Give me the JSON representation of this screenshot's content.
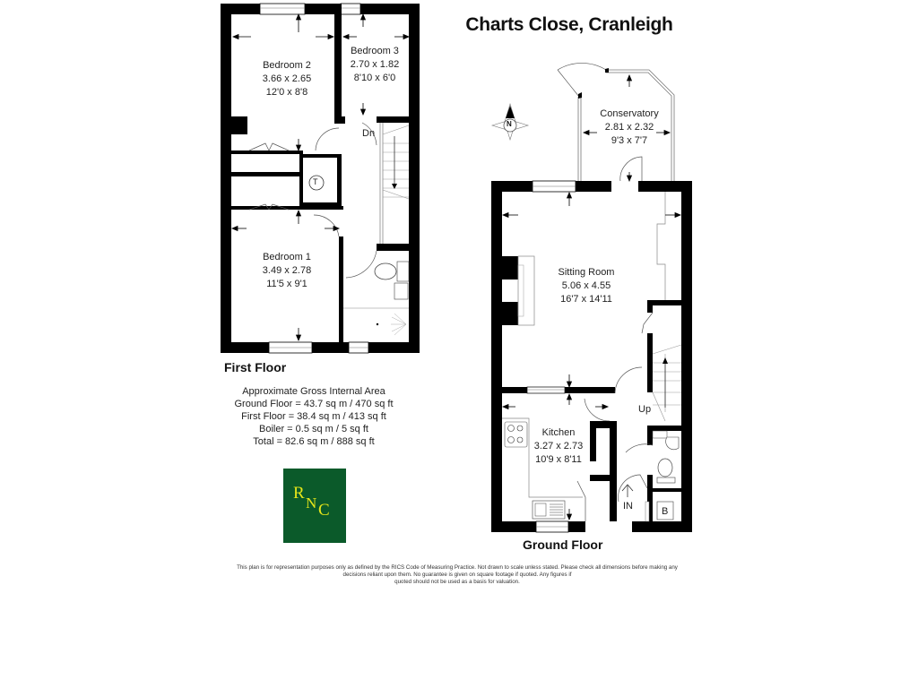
{
  "title": "Charts Close, Cranleigh",
  "colors": {
    "wall": "#000000",
    "background": "#ffffff",
    "logo_background": "#0b5a2a",
    "logo_foreground": "#e6e619"
  },
  "first_floor": {
    "label": "First Floor",
    "rooms": [
      {
        "name": "Bedroom 2",
        "metric": "3.66 x 2.65",
        "imperial": "12'0 x 8'8"
      },
      {
        "name": "Bedroom 3",
        "metric": "2.70 x 1.82",
        "imperial": "8'10 x 6'0"
      },
      {
        "name": "Bedroom 1",
        "metric": "3.49 x 2.78",
        "imperial": "11'5 x 9'1"
      }
    ],
    "markers": {
      "stairs": "Dn",
      "tank": "T"
    }
  },
  "ground_floor": {
    "label": "Ground Floor",
    "rooms": [
      {
        "name": "Conservatory",
        "metric": "2.81 x 2.32",
        "imperial": "9'3 x 7'7"
      },
      {
        "name": "Sitting Room",
        "metric": "5.06 x 4.55",
        "imperial": "16'7 x 14'11"
      },
      {
        "name": "Kitchen",
        "metric": "3.27 x 2.73",
        "imperial": "10'9 x 8'11"
      }
    ],
    "markers": {
      "stairs": "Up",
      "entrance": "IN",
      "boiler": "B"
    }
  },
  "compass": {
    "label": "N"
  },
  "area": {
    "heading": "Approximate Gross Internal Area",
    "lines": [
      "Ground Floor = 43.7 sq m / 470 sq ft",
      "First Floor = 38.4 sq m / 413 sq ft",
      "Boiler = 0.5 sq m / 5 sq ft",
      "Total = 82.6 sq m / 888 sq ft"
    ]
  },
  "logo": {
    "letters": [
      "R",
      "N",
      "C"
    ]
  },
  "disclaimer": {
    "line1": "This plan is for representation purposes only as defined by the RICS Code of Measuring Practice. Not drawn to scale unless stated. Please check all dimensions before making any",
    "line2": "decisions reliant upon them. No guarantee is given on square footage if quoted. Any figures if",
    "line3": "quoted should not be used as a basis for valuation."
  }
}
